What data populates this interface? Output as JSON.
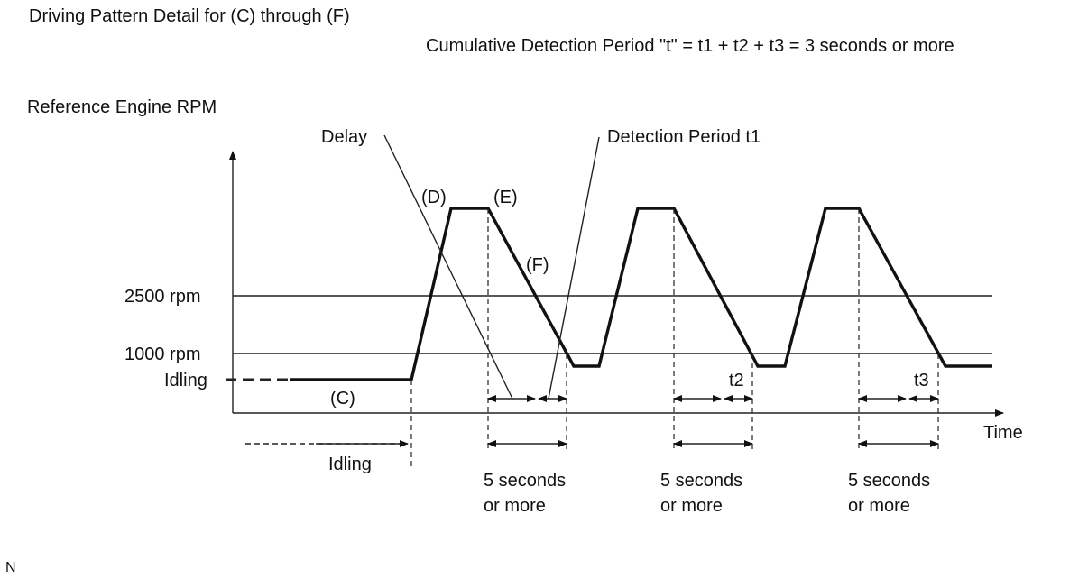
{
  "title": "Driving Pattern Detail for (C) through (F)",
  "cumulative_note": "Cumulative Detection Period \"t\" = t1 + t2 + t3 = 3 seconds or more",
  "y_axis_label": "Reference Engine RPM",
  "x_axis_label": "Time",
  "levels": {
    "rpm_2500": "2500 rpm",
    "rpm_1000": "1000 rpm",
    "idling": "Idling"
  },
  "callouts": {
    "delay": "Delay",
    "detection_period_t1": "Detection Period t1"
  },
  "phases": {
    "c": "(C)",
    "d": "(D)",
    "e": "(E)",
    "f": "(F)"
  },
  "period_labels": {
    "t2": "t2",
    "t3": "t3"
  },
  "bottom": {
    "idling": "Idling",
    "duration_line1": "5 seconds",
    "duration_line2": "or more"
  },
  "corner_mark": "N",
  "colors": {
    "line": "#111111",
    "background": "#ffffff"
  }
}
